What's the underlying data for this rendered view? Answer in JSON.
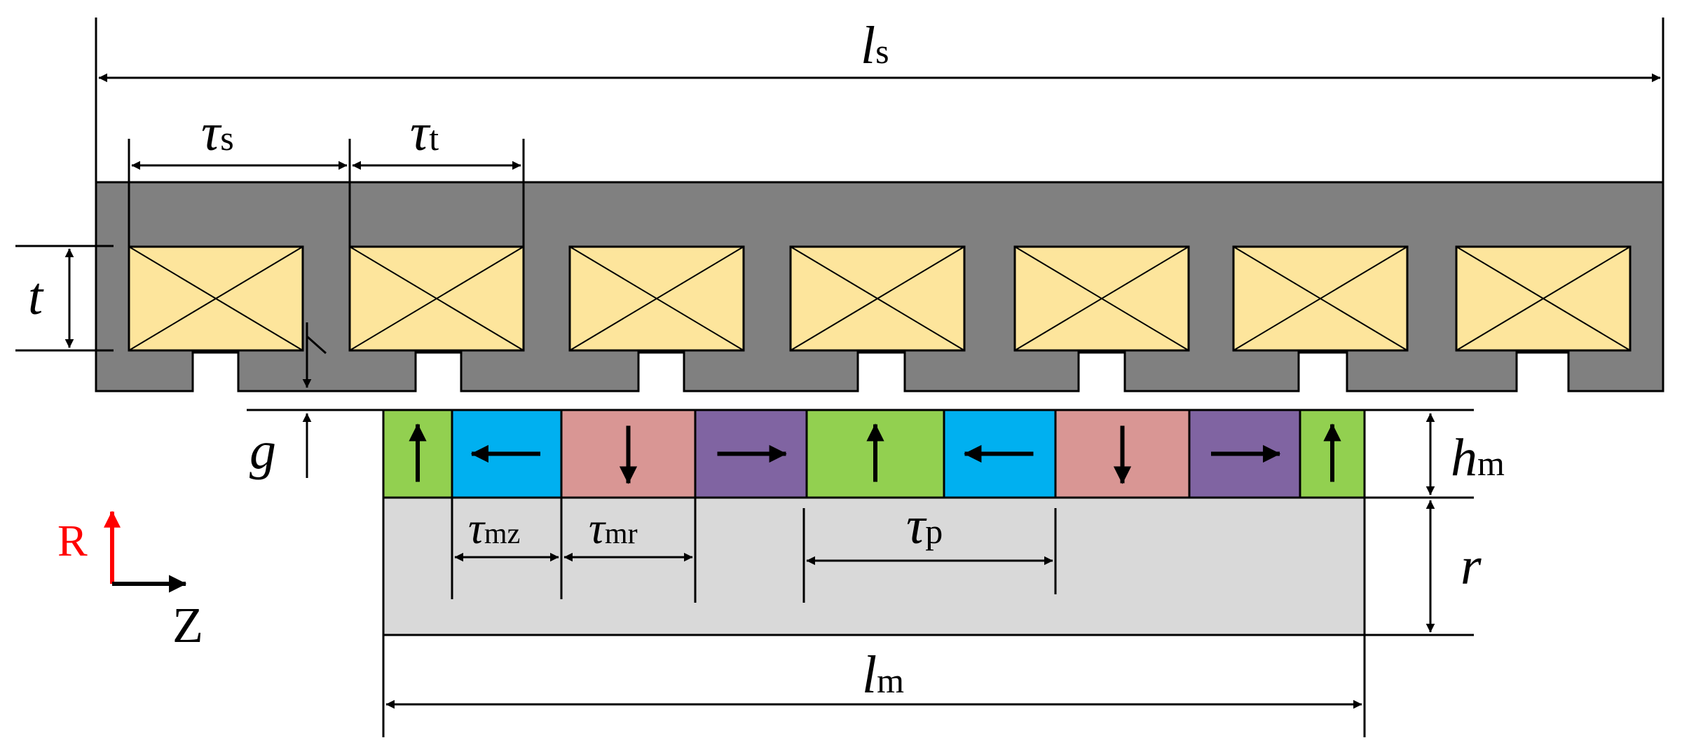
{
  "labels": {
    "ls": {
      "main": "l",
      "sub": "s"
    },
    "tau_s": {
      "main": "τ",
      "sub": "s"
    },
    "tau_t": {
      "main": "τ",
      "sub": "t"
    },
    "t": {
      "main": "t"
    },
    "g": {
      "main": "g"
    },
    "hm": {
      "main": "h",
      "sub": "m"
    },
    "r": {
      "main": "r"
    },
    "tau_mz": {
      "main": "τ",
      "sub": "mz"
    },
    "tau_mr": {
      "main": "τ",
      "sub": "mr"
    },
    "tau_p": {
      "main": "τ",
      "sub": "p"
    },
    "lm": {
      "main": "l",
      "sub": "m"
    }
  },
  "axes": {
    "radial": "R",
    "axial": "Z"
  },
  "colors": {
    "stator": "#808080",
    "coil": "#fde59c",
    "mover_core": "#d9d9d9",
    "magnet_up": "#92d050",
    "magnet_left": "#00b0f0",
    "magnet_down": "#d99694",
    "magnet_right": "#8064a2",
    "axis_r": "#ff0000"
  },
  "magnets": [
    {
      "direction": "up"
    },
    {
      "direction": "left"
    },
    {
      "direction": "down"
    },
    {
      "direction": "right"
    },
    {
      "direction": "up"
    },
    {
      "direction": "left"
    },
    {
      "direction": "down"
    },
    {
      "direction": "right"
    },
    {
      "direction": "up"
    }
  ],
  "coil_count": 7
}
